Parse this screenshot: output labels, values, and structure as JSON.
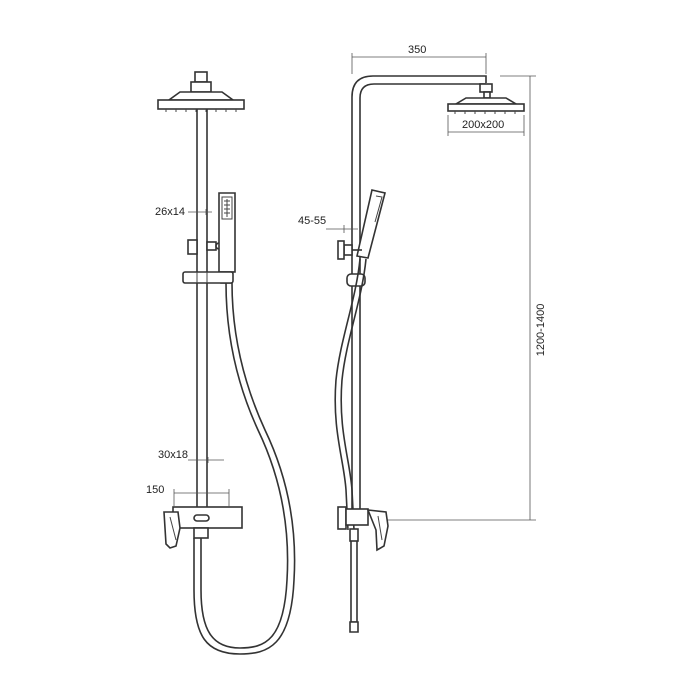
{
  "dimensions": {
    "arm_length": "350",
    "head_size": "200x200",
    "wall_distance": "45-55",
    "height_range": "1200-1400",
    "holder_size": "26x14",
    "pipe_size": "30x18",
    "mixer_width": "150"
  }
}
